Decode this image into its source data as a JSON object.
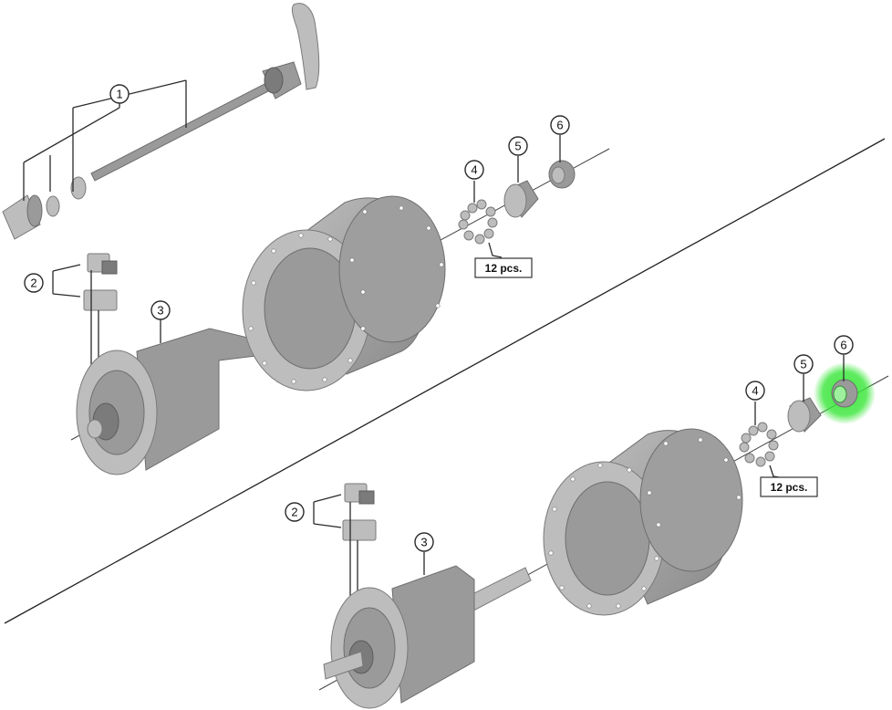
{
  "callouts": {
    "part1": "1",
    "part2_top": "2",
    "part3_top": "3",
    "part4_top": "4",
    "part5_top": "5",
    "part6_top": "6",
    "part2_bottom": "2",
    "part3_bottom": "3",
    "part4_bottom": "4",
    "part5_bottom": "5",
    "part6_bottom": "6"
  },
  "labels": {
    "qty_top": "12 pcs.",
    "qty_bottom": "12 pcs."
  },
  "colors": {
    "highlight": "#39e639",
    "metal": "#9a9a9a"
  }
}
